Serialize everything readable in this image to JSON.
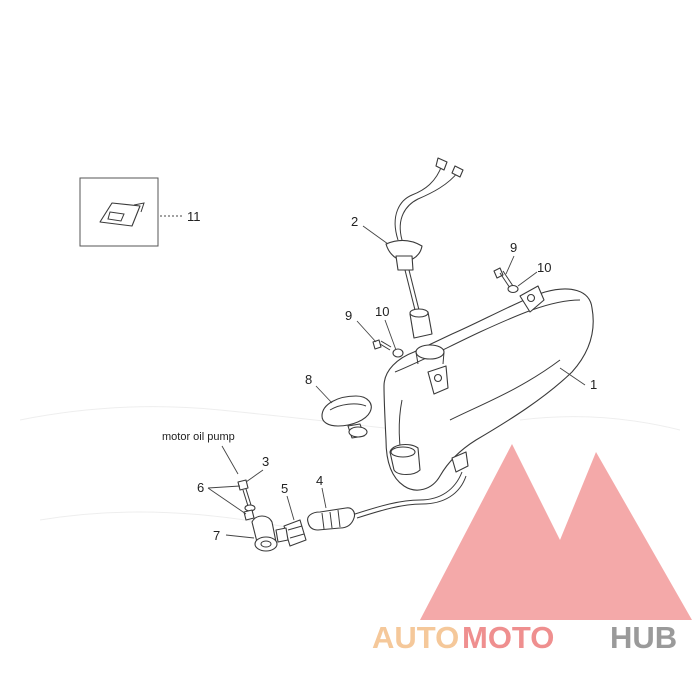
{
  "callouts": {
    "c1": "1",
    "c2": "2",
    "c3": "3",
    "c4": "4",
    "c5": "5",
    "c6": "6",
    "c7": "7",
    "c8": "8",
    "c9a": "9",
    "c9b": "9",
    "c10a": "10",
    "c10b": "10",
    "c11": "11"
  },
  "annotation": "motor oil pump",
  "watermark": {
    "part1": "AUTO",
    "part2": "MOTO",
    "part3": "HUB",
    "colors": {
      "auto": "#f5c89a",
      "moto": "#ef8f8f",
      "hub": "#9a9a9a",
      "logo": "#f08888"
    }
  }
}
